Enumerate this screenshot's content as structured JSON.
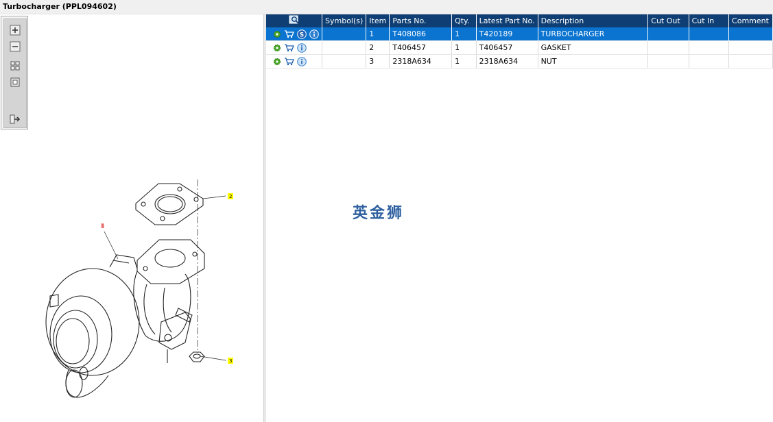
{
  "window": {
    "title": "Turbocharger (PPL094602)"
  },
  "toolbar": {
    "buttons": [
      {
        "name": "zoom-in-icon"
      },
      {
        "name": "zoom-out-icon"
      },
      {
        "name": "fit-all-icon"
      },
      {
        "name": "actual-size-icon"
      },
      {
        "name": "export-icon"
      }
    ]
  },
  "drawing": {
    "callouts": [
      {
        "label": "1",
        "color": "#f4a6a6"
      },
      {
        "label": "2",
        "color": "#ffff00"
      },
      {
        "label": "3",
        "color": "#ffff00"
      }
    ]
  },
  "table": {
    "columns": [
      "",
      "Symbol(s)",
      "Item",
      "Parts No.",
      "Qty.",
      "Latest Part No.",
      "Description",
      "Cut Out",
      "Cut In",
      "Comment"
    ],
    "rows": [
      {
        "icons": [
          "gear-icon",
          "cart-icon",
          "supersession-icon",
          "info-icon"
        ],
        "symbol": "",
        "item": "1",
        "part": "T408086",
        "qty": "1",
        "latest": "T420189",
        "desc": "TURBOCHARGER",
        "cut_out": "",
        "cut_in": "",
        "comment": "",
        "selected": true
      },
      {
        "icons": [
          "gear-icon",
          "cart-icon",
          "info-icon"
        ],
        "symbol": "",
        "item": "2",
        "part": "T406457",
        "qty": "1",
        "latest": "T406457",
        "desc": "GASKET",
        "cut_out": "",
        "cut_in": "",
        "comment": "",
        "selected": false
      },
      {
        "icons": [
          "gear-icon",
          "cart-icon",
          "info-icon"
        ],
        "symbol": "",
        "item": "3",
        "part": "2318A634",
        "qty": "1",
        "latest": "2318A634",
        "desc": "NUT",
        "cut_out": "",
        "cut_in": "",
        "comment": "",
        "selected": false
      }
    ]
  },
  "watermark": "英金狮",
  "colors": {
    "header": "#0e3e73",
    "selected_row": "#0a74d0",
    "watermark": "#2f61a0"
  }
}
